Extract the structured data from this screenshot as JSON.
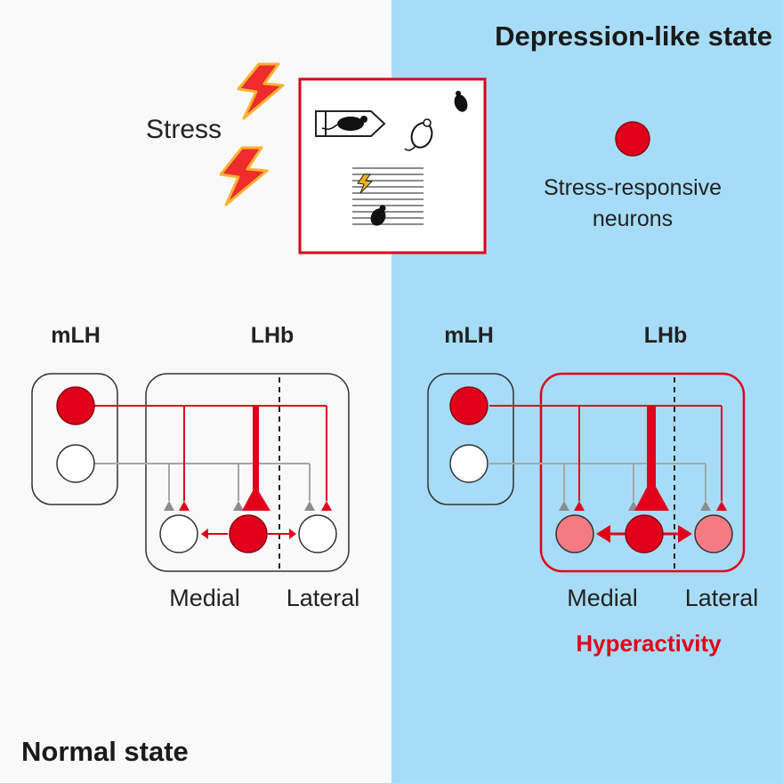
{
  "right_panel": {
    "title": "Depression-like state"
  },
  "left_panel": {
    "title": "Normal state"
  },
  "stress": {
    "label": "Stress"
  },
  "legend": {
    "line1": "Stress-responsive",
    "line2": "neurons"
  },
  "normal": {
    "mlh_label": "mLH",
    "lhb_label": "LHb",
    "medial_label": "Medial",
    "lateral_label": "Lateral"
  },
  "depressed": {
    "mlh_label": "mLH",
    "lhb_label": "LHb",
    "medial_label": "Medial",
    "lateral_label": "Lateral",
    "state_label": "Hyperactivity"
  },
  "colors": {
    "red": "#e0001b",
    "dark_red": "#8a0010",
    "pink": "#f47a84",
    "gray": "#a6a6a6",
    "blue_bg": "#a7dcf8",
    "left_bg": "#f9f9f9",
    "bolt_fill": "#ef2b2b",
    "bolt_outline": "#f7b233"
  }
}
